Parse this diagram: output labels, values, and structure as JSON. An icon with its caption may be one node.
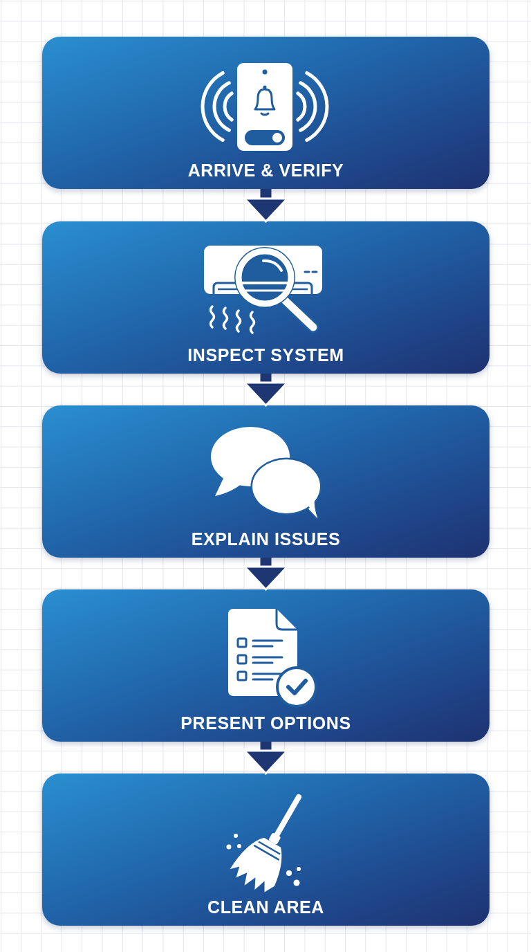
{
  "diagram": {
    "nodes": [
      {
        "text": [
          "ARRIVE & VERIFY"
        ]
      },
      {
        "text": [
          "INSPECT SYSTEM"
        ]
      },
      {
        "text": [
          "EXPLAIN ISSUES"
        ]
      },
      {
        "text": [
          "PRESENT OPTIONS"
        ]
      },
      {
        "text": [
          "CLEAN AREA"
        ]
      }
    ],
    "edges": [
      {
        "from": 0,
        "to": 1,
        "arrow": "to"
      },
      {
        "from": 1,
        "to": 2,
        "arrow": "to"
      },
      {
        "from": 2,
        "to": 3,
        "arrow": "to"
      },
      {
        "from": 3,
        "to": 4,
        "arrow": "to"
      }
    ]
  }
}
